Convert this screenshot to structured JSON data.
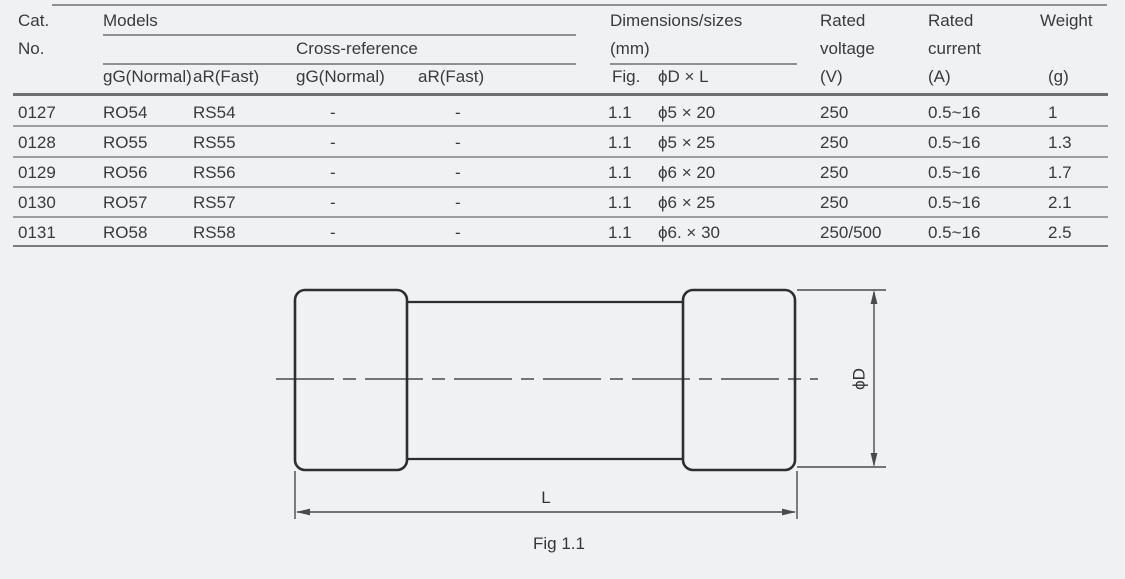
{
  "colors": {
    "background": "#f0f1f2",
    "text": "#3a3a3c",
    "table_line": "#909090",
    "drawing_line": "#2e2e2e"
  },
  "table": {
    "header": {
      "cat_line1": "Cat.",
      "cat_line2": "No.",
      "models": "Models",
      "cross_reference": "Cross-reference",
      "dimensions_line1": "Dimensions/sizes",
      "dimensions_line2": "(mm)",
      "rated_voltage_line1": "Rated",
      "rated_voltage_line2": "voltage",
      "rated_voltage_line3": "(V)",
      "rated_current_line1": "Rated",
      "rated_current_line2": "current",
      "rated_current_line3": "(A)",
      "weight_line1": "Weight",
      "weight_line2": "(g)",
      "sub_models_gg": "gG(Normal)",
      "sub_models_ar": "aR(Fast)",
      "sub_cross_gg": "gG(Normal)",
      "sub_cross_ar": "aR(Fast)",
      "sub_fig": "Fig.",
      "sub_dxl": "ϕD × L"
    },
    "rows": [
      {
        "cat": "0127",
        "gg": "RO54",
        "ar": "RS54",
        "xgg": "-",
        "xar": "-",
        "fig": "1.1",
        "dxl": "ϕ5 × 20",
        "v": "250",
        "a": "0.5~16",
        "w": "1"
      },
      {
        "cat": "0128",
        "gg": "RO55",
        "ar": "RS55",
        "xgg": "-",
        "xar": "-",
        "fig": "1.1",
        "dxl": "ϕ5 × 25",
        "v": "250",
        "a": "0.5~16",
        "w": "1.3"
      },
      {
        "cat": "0129",
        "gg": "RO56",
        "ar": "RS56",
        "xgg": "-",
        "xar": "-",
        "fig": "1.1",
        "dxl": "ϕ6 × 20",
        "v": "250",
        "a": "0.5~16",
        "w": "1.7"
      },
      {
        "cat": "0130",
        "gg": "RO57",
        "ar": "RS57",
        "xgg": "-",
        "xar": "-",
        "fig": "1.1",
        "dxl": "ϕ6 × 25",
        "v": "250",
        "a": "0.5~16",
        "w": "2.1"
      },
      {
        "cat": "0131",
        "gg": "RO58",
        "ar": "RS58",
        "xgg": "-",
        "xar": "-",
        "fig": "1.1",
        "dxl": "ϕ6. × 30",
        "v": "250/500",
        "a": "0.5~16",
        "w": "2.5"
      }
    ]
  },
  "figure": {
    "caption": "Fig 1.1",
    "label_diameter": "ϕD",
    "label_length": "L"
  }
}
